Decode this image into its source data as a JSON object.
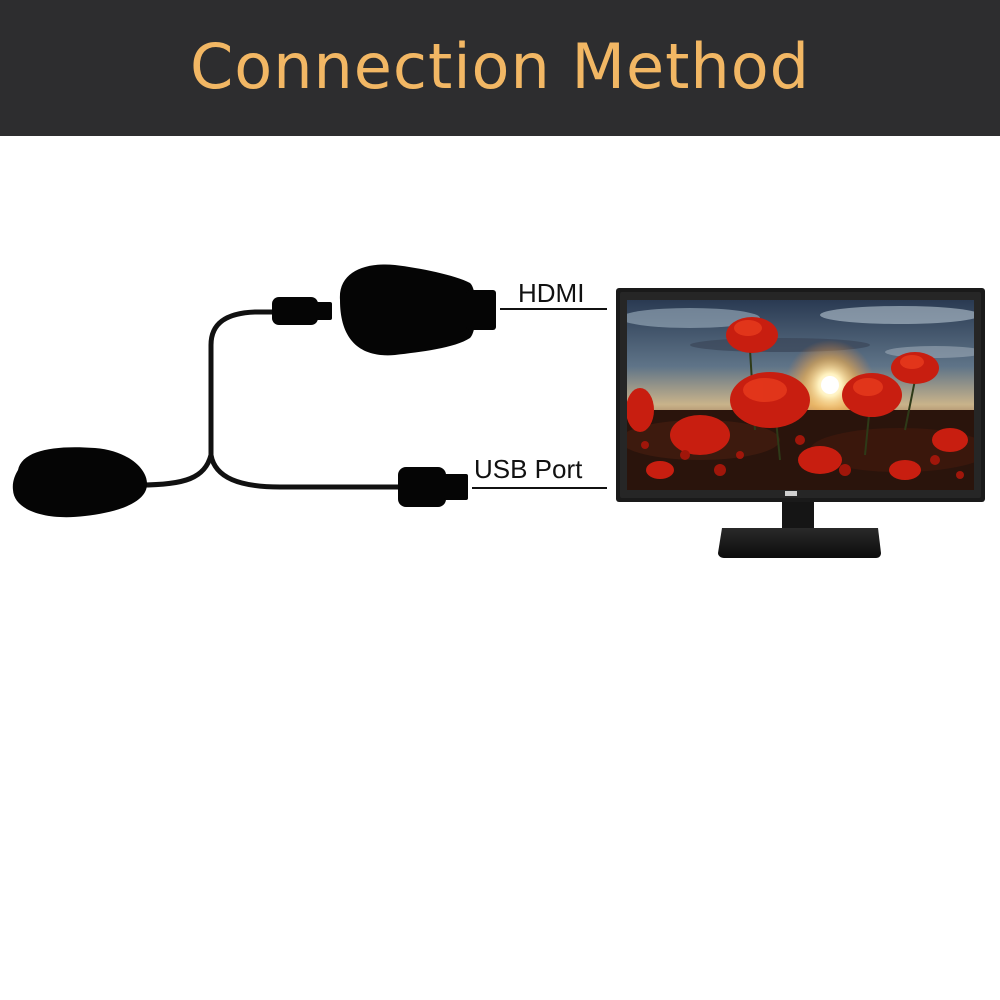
{
  "header": {
    "title": "Connection Method",
    "title_color": "#f2b764",
    "background": "#2d2d2f"
  },
  "labels": {
    "hdmi": "HDMI",
    "usb": "USB Port"
  },
  "icons": {
    "dongle": "wireless-display-dongle-icon",
    "cable": "y-power-cable-icon",
    "monitor": "monitor-icon"
  },
  "colors": {
    "device": "#050505",
    "line": "#111111",
    "monitor_frame": "#1a1a1a"
  }
}
